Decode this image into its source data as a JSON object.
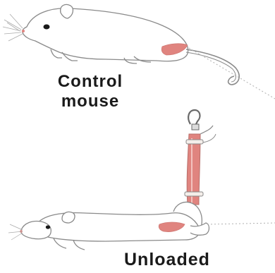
{
  "labels": {
    "control_line1": "Control",
    "control_line2": "mouse",
    "unloaded": "Unloaded"
  },
  "colors": {
    "outline": "#8a8a8a",
    "muscle": "#e0847f",
    "dotted_line": "#b0b0b0",
    "harness": "#c78b7e",
    "hook": "#6a6a6a"
  }
}
